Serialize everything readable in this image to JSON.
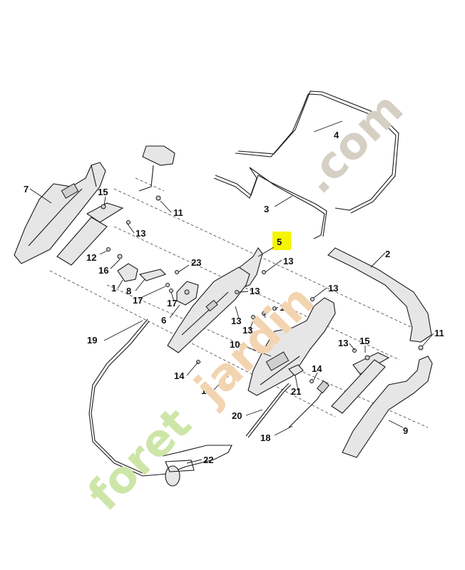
{
  "highlight_color": "#f5f500",
  "watermark": {
    "text_a": "foret",
    "text_b": "jardin",
    "text_c": ".com",
    "color_a": "#cde6a8",
    "color_b": "#f3d4b0",
    "color_c": "#d6cfc4"
  },
  "callouts": {
    "c1": "1",
    "c2": "2",
    "c3": "3",
    "c4": "4",
    "c5": "5",
    "c6": "6",
    "c7": "7",
    "c8": "8",
    "c9": "9",
    "c10": "10",
    "c11a": "11",
    "c11b": "11",
    "c12": "12",
    "c13a": "13",
    "c13b": "13",
    "c13c": "13",
    "c13d": "13",
    "c13e": "13",
    "c13f": "13",
    "c13g": "13",
    "c13h": "13",
    "c14a": "14",
    "c14b": "14",
    "c14c": "14",
    "c15a": "15",
    "c15b": "15",
    "c16": "16",
    "c17a": "17",
    "c17b": "17",
    "c18": "18",
    "c19": "19",
    "c20": "20",
    "c21": "21",
    "c22": "22",
    "c23": "23"
  }
}
